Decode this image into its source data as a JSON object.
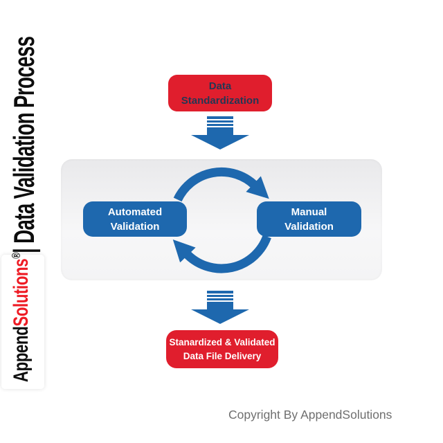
{
  "branding": {
    "vertical_title": "| Data Validation Process",
    "brand_part_black": "Append",
    "brand_part_red": "Solutions",
    "registered_mark": "®"
  },
  "diagram": {
    "top_box": {
      "line1": "Data",
      "line2": "Standardization"
    },
    "left_box": {
      "line1": "Automated",
      "line2": "Validation"
    },
    "right_box": {
      "line1": "Manual",
      "line2": "Validation"
    },
    "bottom_box": {
      "line1": "Stanardized & Validated",
      "line2": "Data File Delivery"
    }
  },
  "footer": {
    "copyright": "Copyright By AppendSolutions"
  },
  "colors": {
    "blue": "#1E68AE",
    "red": "#E01E2D",
    "navy": "#253754",
    "brand_red": "#EE1B24",
    "brand_black": "#0D0D0D",
    "copy_gray": "#6F6F6F",
    "panel_light": "#F7F7F8",
    "panel_dark": "#E9E9EB"
  }
}
